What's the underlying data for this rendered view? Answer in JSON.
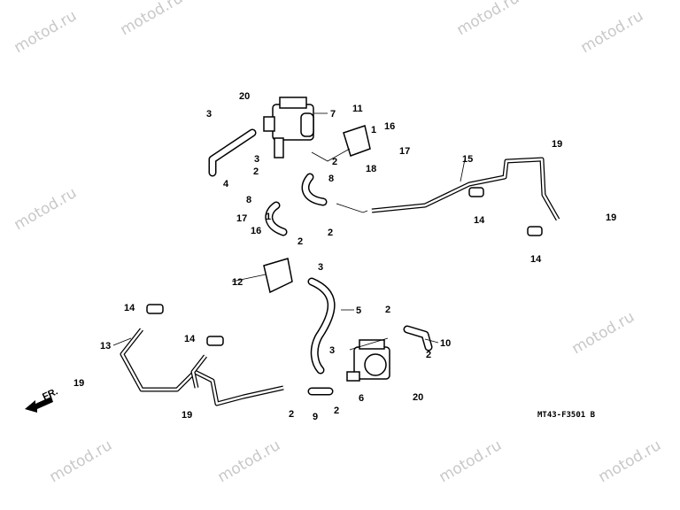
{
  "watermark": "motod.ru",
  "diagram_code": "MT43-F3501 B",
  "front_marker": "FR.",
  "callouts": [
    "20",
    "3",
    "7",
    "11",
    "1",
    "16",
    "17",
    "18",
    "3",
    "4",
    "2",
    "2",
    "8",
    "8",
    "2",
    "2",
    "17",
    "16",
    "1",
    "15",
    "19",
    "14",
    "19",
    "14",
    "3",
    "12",
    "5",
    "2",
    "10",
    "2",
    "3",
    "6",
    "20",
    "9",
    "2",
    "2",
    "14",
    "13",
    "14",
    "19",
    "19"
  ]
}
